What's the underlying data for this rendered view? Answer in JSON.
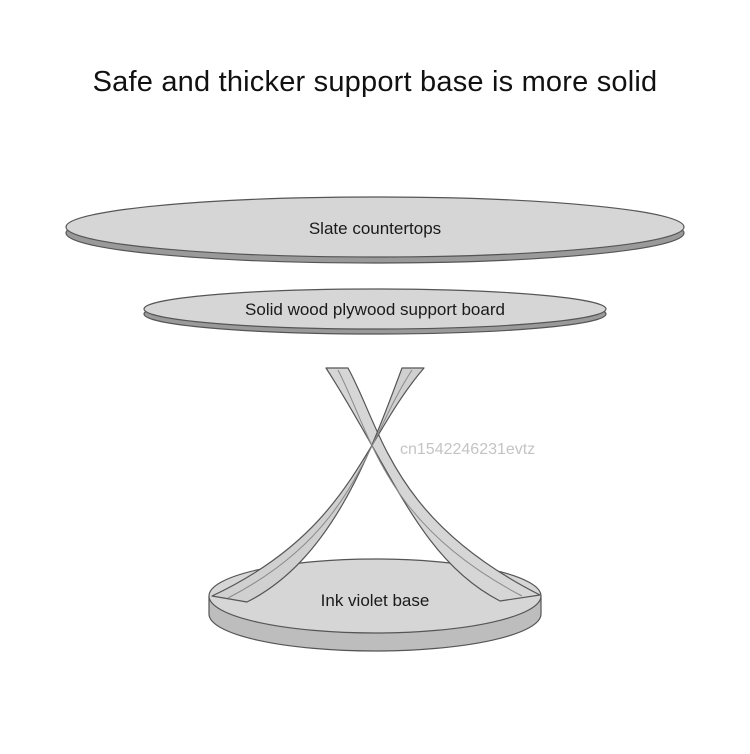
{
  "header": {
    "title": "Safe and thicker support base is more solid"
  },
  "parts": {
    "countertop_label": "Slate countertops",
    "support_board_label": "Solid wood plywood support board",
    "base_label": "Ink violet base"
  },
  "watermark": {
    "text": "cn1542246231evtz"
  },
  "colors": {
    "part_fill": "#d6d6d6",
    "part_edge": "#8a8a8a",
    "outline": "#555555"
  }
}
